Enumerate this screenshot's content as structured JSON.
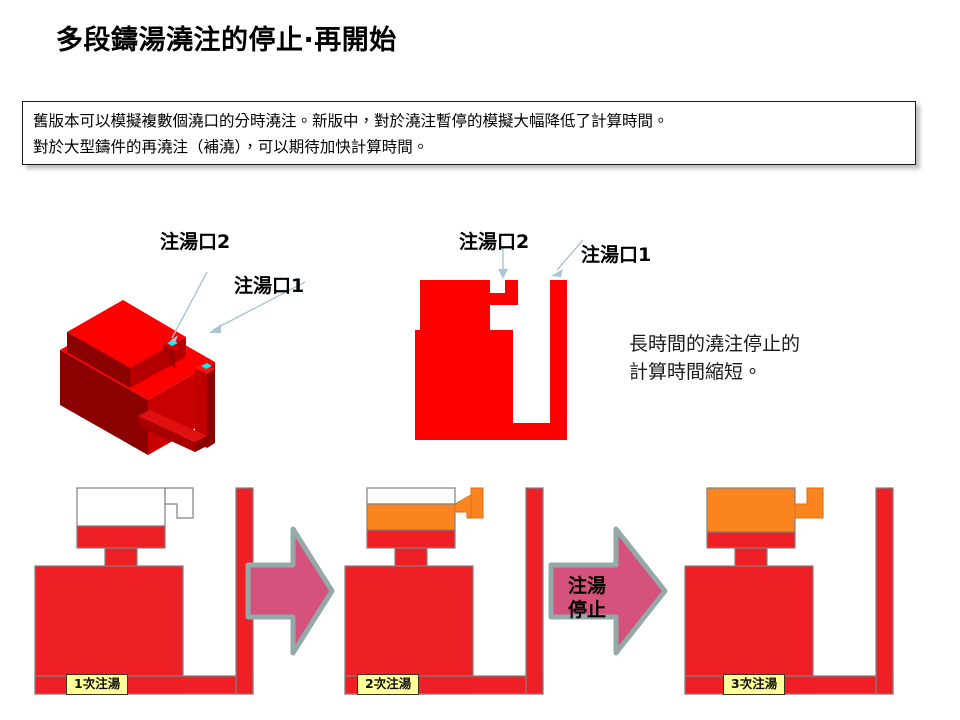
{
  "slide": {
    "title": "多段鑄湯澆注的停止·再開始"
  },
  "description": {
    "line1": "舊版本可以模擬複數個澆口的分時澆注。新版中，對於澆注暫停的模擬大幅降低了計算時間。",
    "line2": "對於大型鑄件的再澆注（補澆），可以期待加快計算時間。"
  },
  "model_3d": {
    "label_gate2": "注湯口2",
    "label_gate1": "注湯口1"
  },
  "section_2d": {
    "label_gate2": "注湯口2",
    "label_gate1": "注湯口1"
  },
  "side_note": {
    "line1": "長時間的澆注停止的",
    "line2": "計算時間縮短。"
  },
  "sequence": {
    "steps": [
      {
        "label": "1次注湯",
        "ladle_white_pct": 60,
        "ladle_orange_pct": 0,
        "ladle_red_pct": 40,
        "runner_filled": false
      },
      {
        "label": "2次注湯",
        "ladle_white_pct": 25,
        "ladle_orange_pct": 45,
        "ladle_red_pct": 30,
        "runner_filled": true
      },
      {
        "label": "3次注湯",
        "ladle_white_pct": 0,
        "ladle_orange_pct": 70,
        "ladle_red_pct": 30,
        "runner_filled": true
      }
    ],
    "arrow1_text": "",
    "arrow2_line1": "注湯",
    "arrow2_line2": "停止"
  },
  "colors": {
    "red_bright": "#FF0000",
    "red_dark": "#8B0000",
    "red_mid": "#D00000",
    "casting_red": "#EE2026",
    "orange": "#F98420",
    "arrow_fill": "#D4527C",
    "arrow_stroke": "#94A9A9",
    "label_yellow": "#FFFF99",
    "cyan_marker": "#00F0FF",
    "arrow_line": "#A9C6D6",
    "outline_gray": "#808080"
  }
}
